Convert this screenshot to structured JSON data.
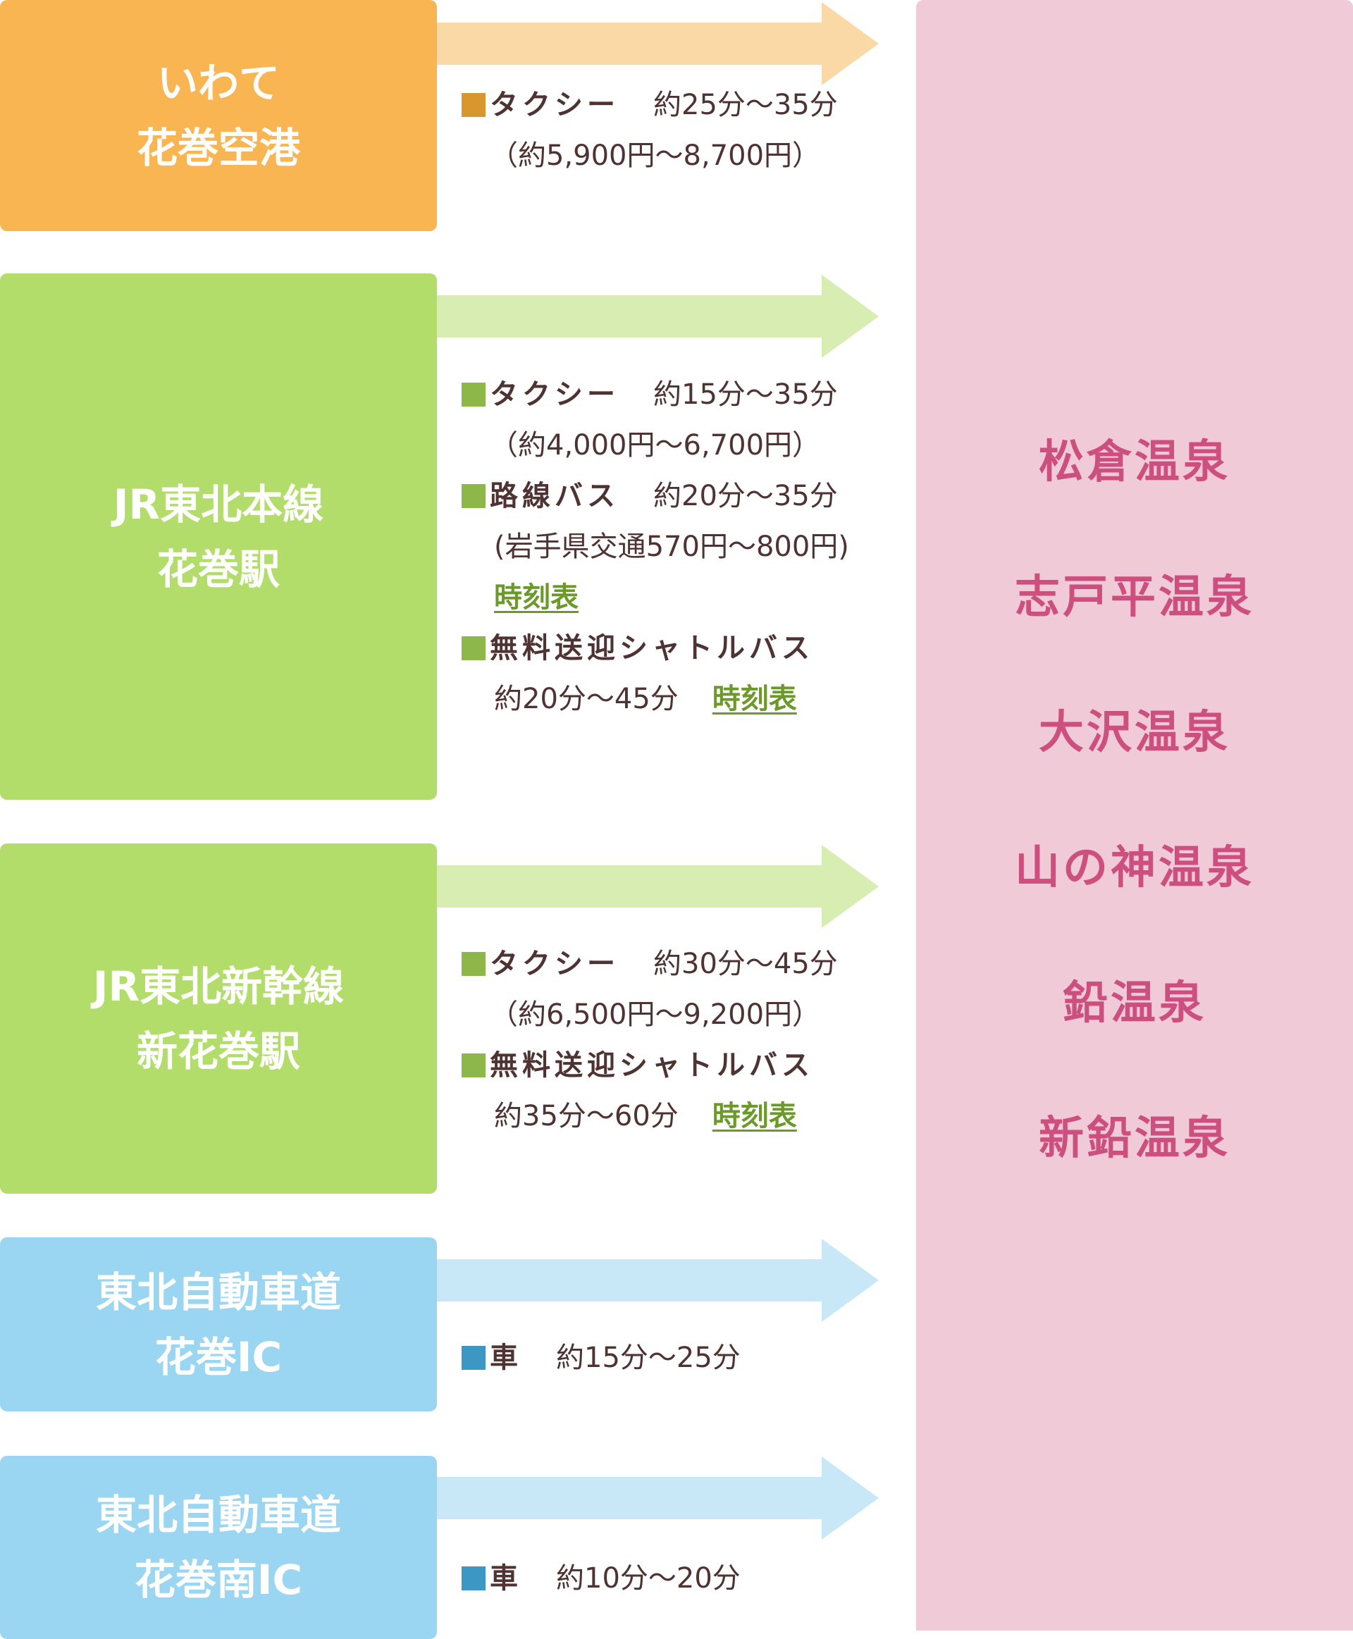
{
  "origins": [
    {
      "id": "airport",
      "lines": [
        "いわて",
        "花巻空港"
      ],
      "color": "#f8b552",
      "arrow_color": "#fad9a6",
      "marker_color": "#d9962e",
      "routes": [
        {
          "mode": "タクシー",
          "time": "約25分～35分",
          "note": "（約5,900円～8,700円）"
        }
      ]
    },
    {
      "id": "hanamaki-station",
      "lines": [
        "JR東北本線",
        "花巻駅"
      ],
      "color": "#b2dd6a",
      "arrow_color": "#d7edb2",
      "marker_color": "#8db849",
      "routes": [
        {
          "mode": "タクシー",
          "time": "約15分～35分",
          "note": "（約4,000円～6,700円）"
        },
        {
          "mode": "路線バス",
          "time": "約20分～35分",
          "note": "(岩手県交通570円～800円)",
          "link": "時刻表"
        },
        {
          "mode": "無料送迎シャトルバス",
          "time": "約20分～45分",
          "link": "時刻表"
        }
      ]
    },
    {
      "id": "shin-hanamaki-station",
      "lines": [
        "JR東北新幹線",
        "新花巻駅"
      ],
      "color": "#b2dd6a",
      "arrow_color": "#d7edb2",
      "marker_color": "#8db849",
      "routes": [
        {
          "mode": "タクシー",
          "time": "約30分～45分",
          "note": "（約6,500円～9,200円）"
        },
        {
          "mode": "無料送迎シャトルバス",
          "time": "約35分～60分",
          "link": "時刻表"
        }
      ]
    },
    {
      "id": "hanamaki-ic",
      "lines": [
        "東北自動車道",
        "花巻IC"
      ],
      "color": "#9ad5f1",
      "arrow_color": "#c9e8f7",
      "marker_color": "#3d97c4",
      "routes": [
        {
          "mode": "車",
          "time": "約15分～25分"
        }
      ]
    },
    {
      "id": "hanamaki-minami-ic",
      "lines": [
        "東北自動車道",
        "花巻南IC"
      ],
      "color": "#9ad5f1",
      "arrow_color": "#c9e8f7",
      "marker_color": "#3d97c4",
      "routes": [
        {
          "mode": "車",
          "time": "約10分～20分"
        }
      ]
    }
  ],
  "destination": {
    "color": "#f0cad7",
    "text_color": "#cc4f7e",
    "onsen": [
      "松倉温泉",
      "志戸平温泉",
      "大沢温泉",
      "山の神温泉",
      "鉛温泉",
      "新鉛温泉"
    ]
  }
}
